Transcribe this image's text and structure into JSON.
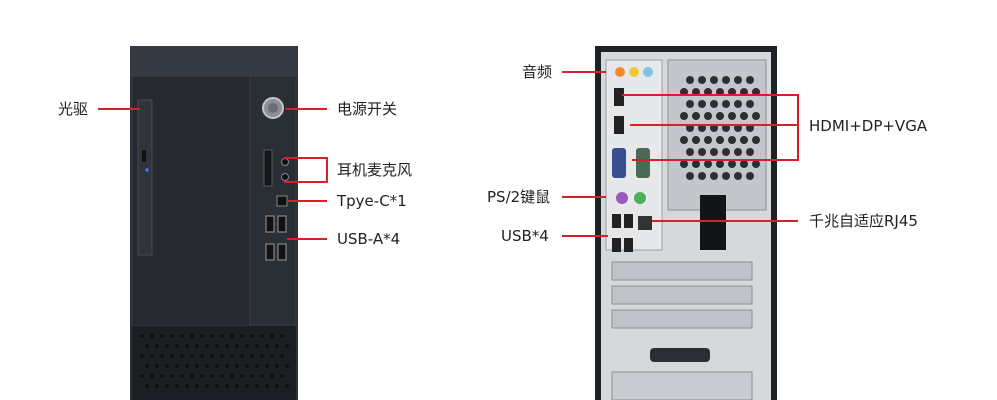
{
  "front_labels": {
    "optical_drive": "光驱",
    "power_switch": "电源开关",
    "headset_mic": "耳机麦克风",
    "type_c": "Tpye-C*1",
    "usb_a": "USB-A*4"
  },
  "rear_labels": {
    "audio": "音频",
    "display_ports": "HDMI+DP+VGA",
    "ps2": "PS/2键鼠",
    "usb": "USB*4",
    "ethernet": "千兆自适应RJ45"
  },
  "colors": {
    "accent_line": "#d9202a",
    "chassis_dark": "#2b2f36",
    "chassis_edge": "#1c1f24",
    "panel_gray": "#d6d9dc",
    "text": "#222222"
  }
}
